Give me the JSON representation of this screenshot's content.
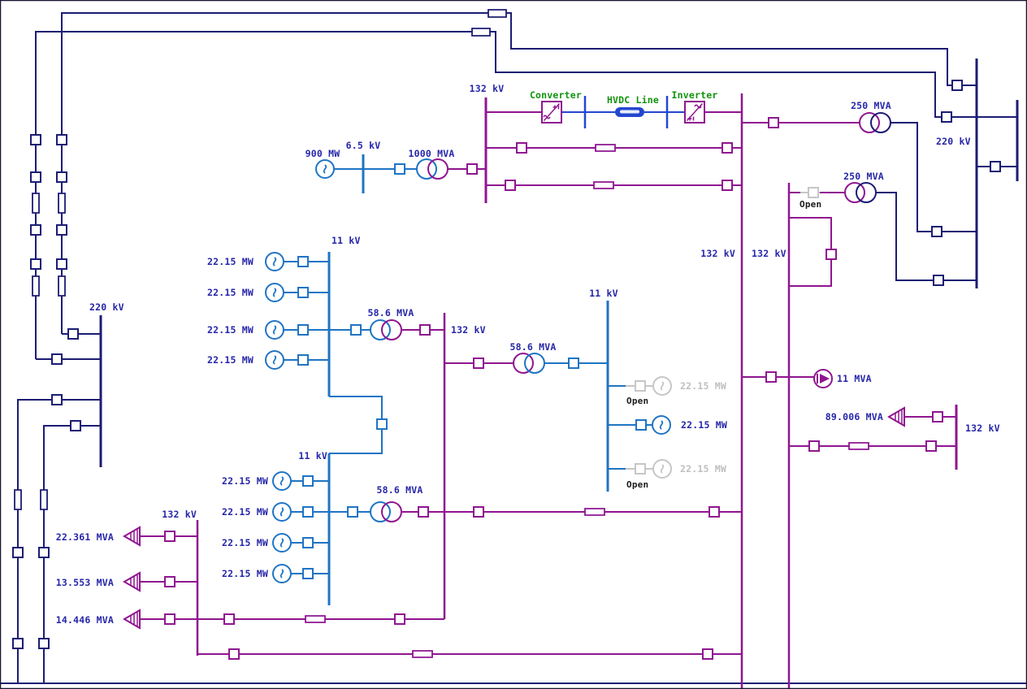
{
  "meta": {
    "description": "Power system one-line diagram with HVDC link",
    "voltage_levels": [
      "220 kV",
      "132 kV",
      "11 kV",
      "6.5 kV"
    ]
  },
  "colors": {
    "c220": "#1c1c74",
    "c132": "#8f1690",
    "c11": "#1f74c4",
    "chvdc": "#2347cf",
    "cgray": "#c6c6c6",
    "clabel": "#2626a9",
    "cgreen": "#12930f",
    "copen": "#1b1b1b",
    "cgraytext": "#bfbfbf"
  },
  "labels": {
    "v132_top": "132 kV",
    "converter": "Converter",
    "hvdc_line": "HVDC Line",
    "inverter": "Inverter",
    "gen_main_mw": "900 MW",
    "v6_5": "6.5 kV",
    "tx_gsu": "1000 MVA",
    "tx250_a": "250 MVA",
    "tx250_b": "250 MVA",
    "v220_left": "220 kV",
    "v220_right": "220 kV",
    "v11_group1": "11 kV",
    "v11_group2": "11 kV",
    "v11_mid": "11 kV",
    "tx586_a": "58.6 MVA",
    "tx586_b": "58.6 MVA",
    "tx586_c": "58.6 MVA",
    "v132_mid": "132 kV",
    "v132_left_of_pair": "132 kV",
    "v132_right_of_pair": "132 kV",
    "v132_right": "132 kV",
    "v132_bottom": "132 kV",
    "motor": "11 MVA",
    "load_right": "89.006 MVA",
    "load_a": "22.361 MVA",
    "load_b": "13.553 MVA",
    "load_c": "14.446 MVA"
  },
  "generators": {
    "group1": [
      "22.15 MW",
      "22.15 MW",
      "22.15 MW",
      "22.15 MW"
    ],
    "group2": [
      "22.15 MW",
      "22.15 MW",
      "22.15 MW",
      "22.15 MW"
    ],
    "group3": [
      {
        "label": "22.15 MW",
        "status": "Open"
      },
      {
        "label": "22.15 MW",
        "status": ""
      },
      {
        "label": "22.15 MW",
        "status": "Open"
      }
    ]
  },
  "breaker_states": {
    "tx250_b": "Open"
  }
}
